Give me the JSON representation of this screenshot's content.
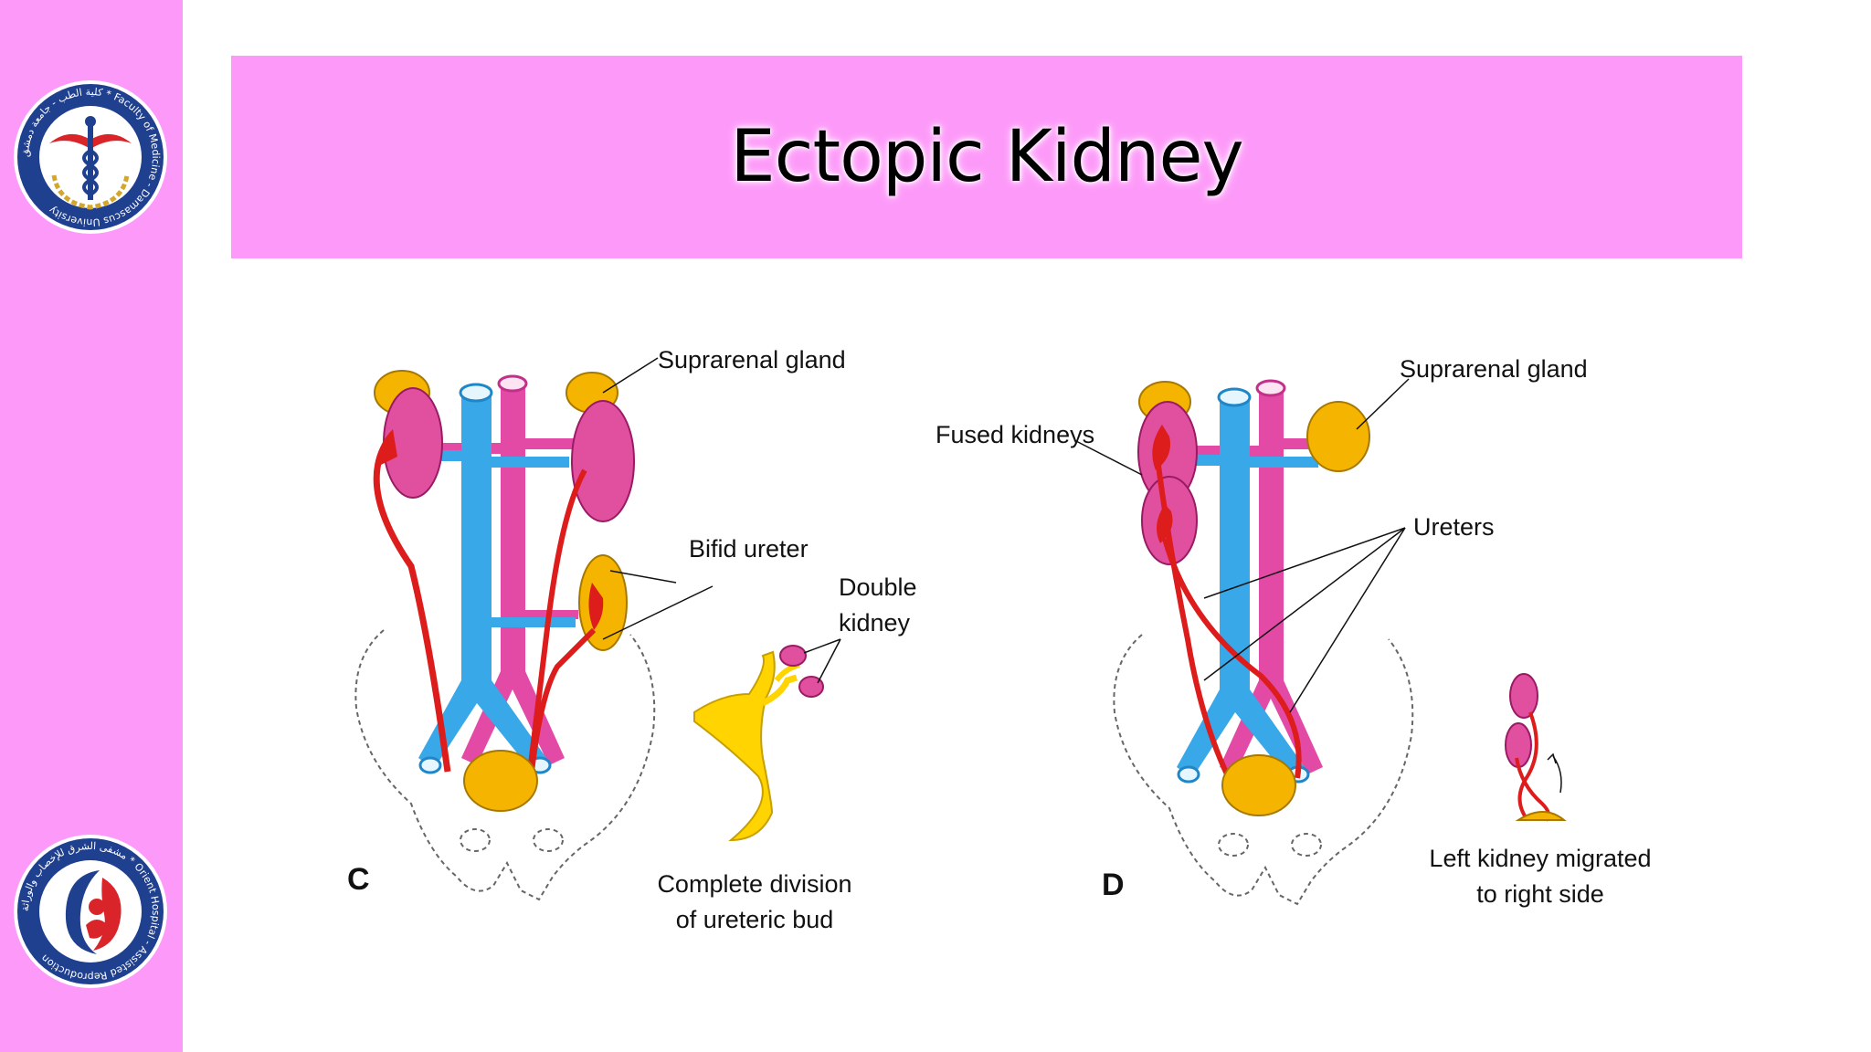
{
  "slide": {
    "title": "Ectopic Kidney"
  },
  "logos": {
    "top": {
      "icon": "caduceus-icon",
      "text": "كلية الطب - جامعة دمشق * Faculty of Medicine - Damascus University"
    },
    "bottom": {
      "icon": "mother-child-icon",
      "text": "مشفى الشرق للإخصاب والوراثة * Orient Hospital - Assisted Reproduction"
    }
  },
  "panel_c": {
    "letter": "C",
    "labels": {
      "suprarenal": "Suprarenal gland",
      "bifid": "Bifid ureter",
      "double_1": "Double",
      "double_2": "kidney",
      "division_1": "Complete division",
      "division_2": "of ureteric bud"
    }
  },
  "panel_d": {
    "letter": "D",
    "labels": {
      "suprarenal": "Suprarenal gland",
      "fused": "Fused kidneys",
      "ureters": "Ureters",
      "migrated_1": "Left kidney migrated",
      "migrated_2": "to right side"
    }
  },
  "colors": {
    "sidebar": "#fd9af9",
    "vein": "#38a8e8",
    "artery": "#e24aa6",
    "kidney": "#e0509f",
    "gland": "#f4b400",
    "ureter": "#dd1c1c",
    "bud": "#ffd400"
  }
}
